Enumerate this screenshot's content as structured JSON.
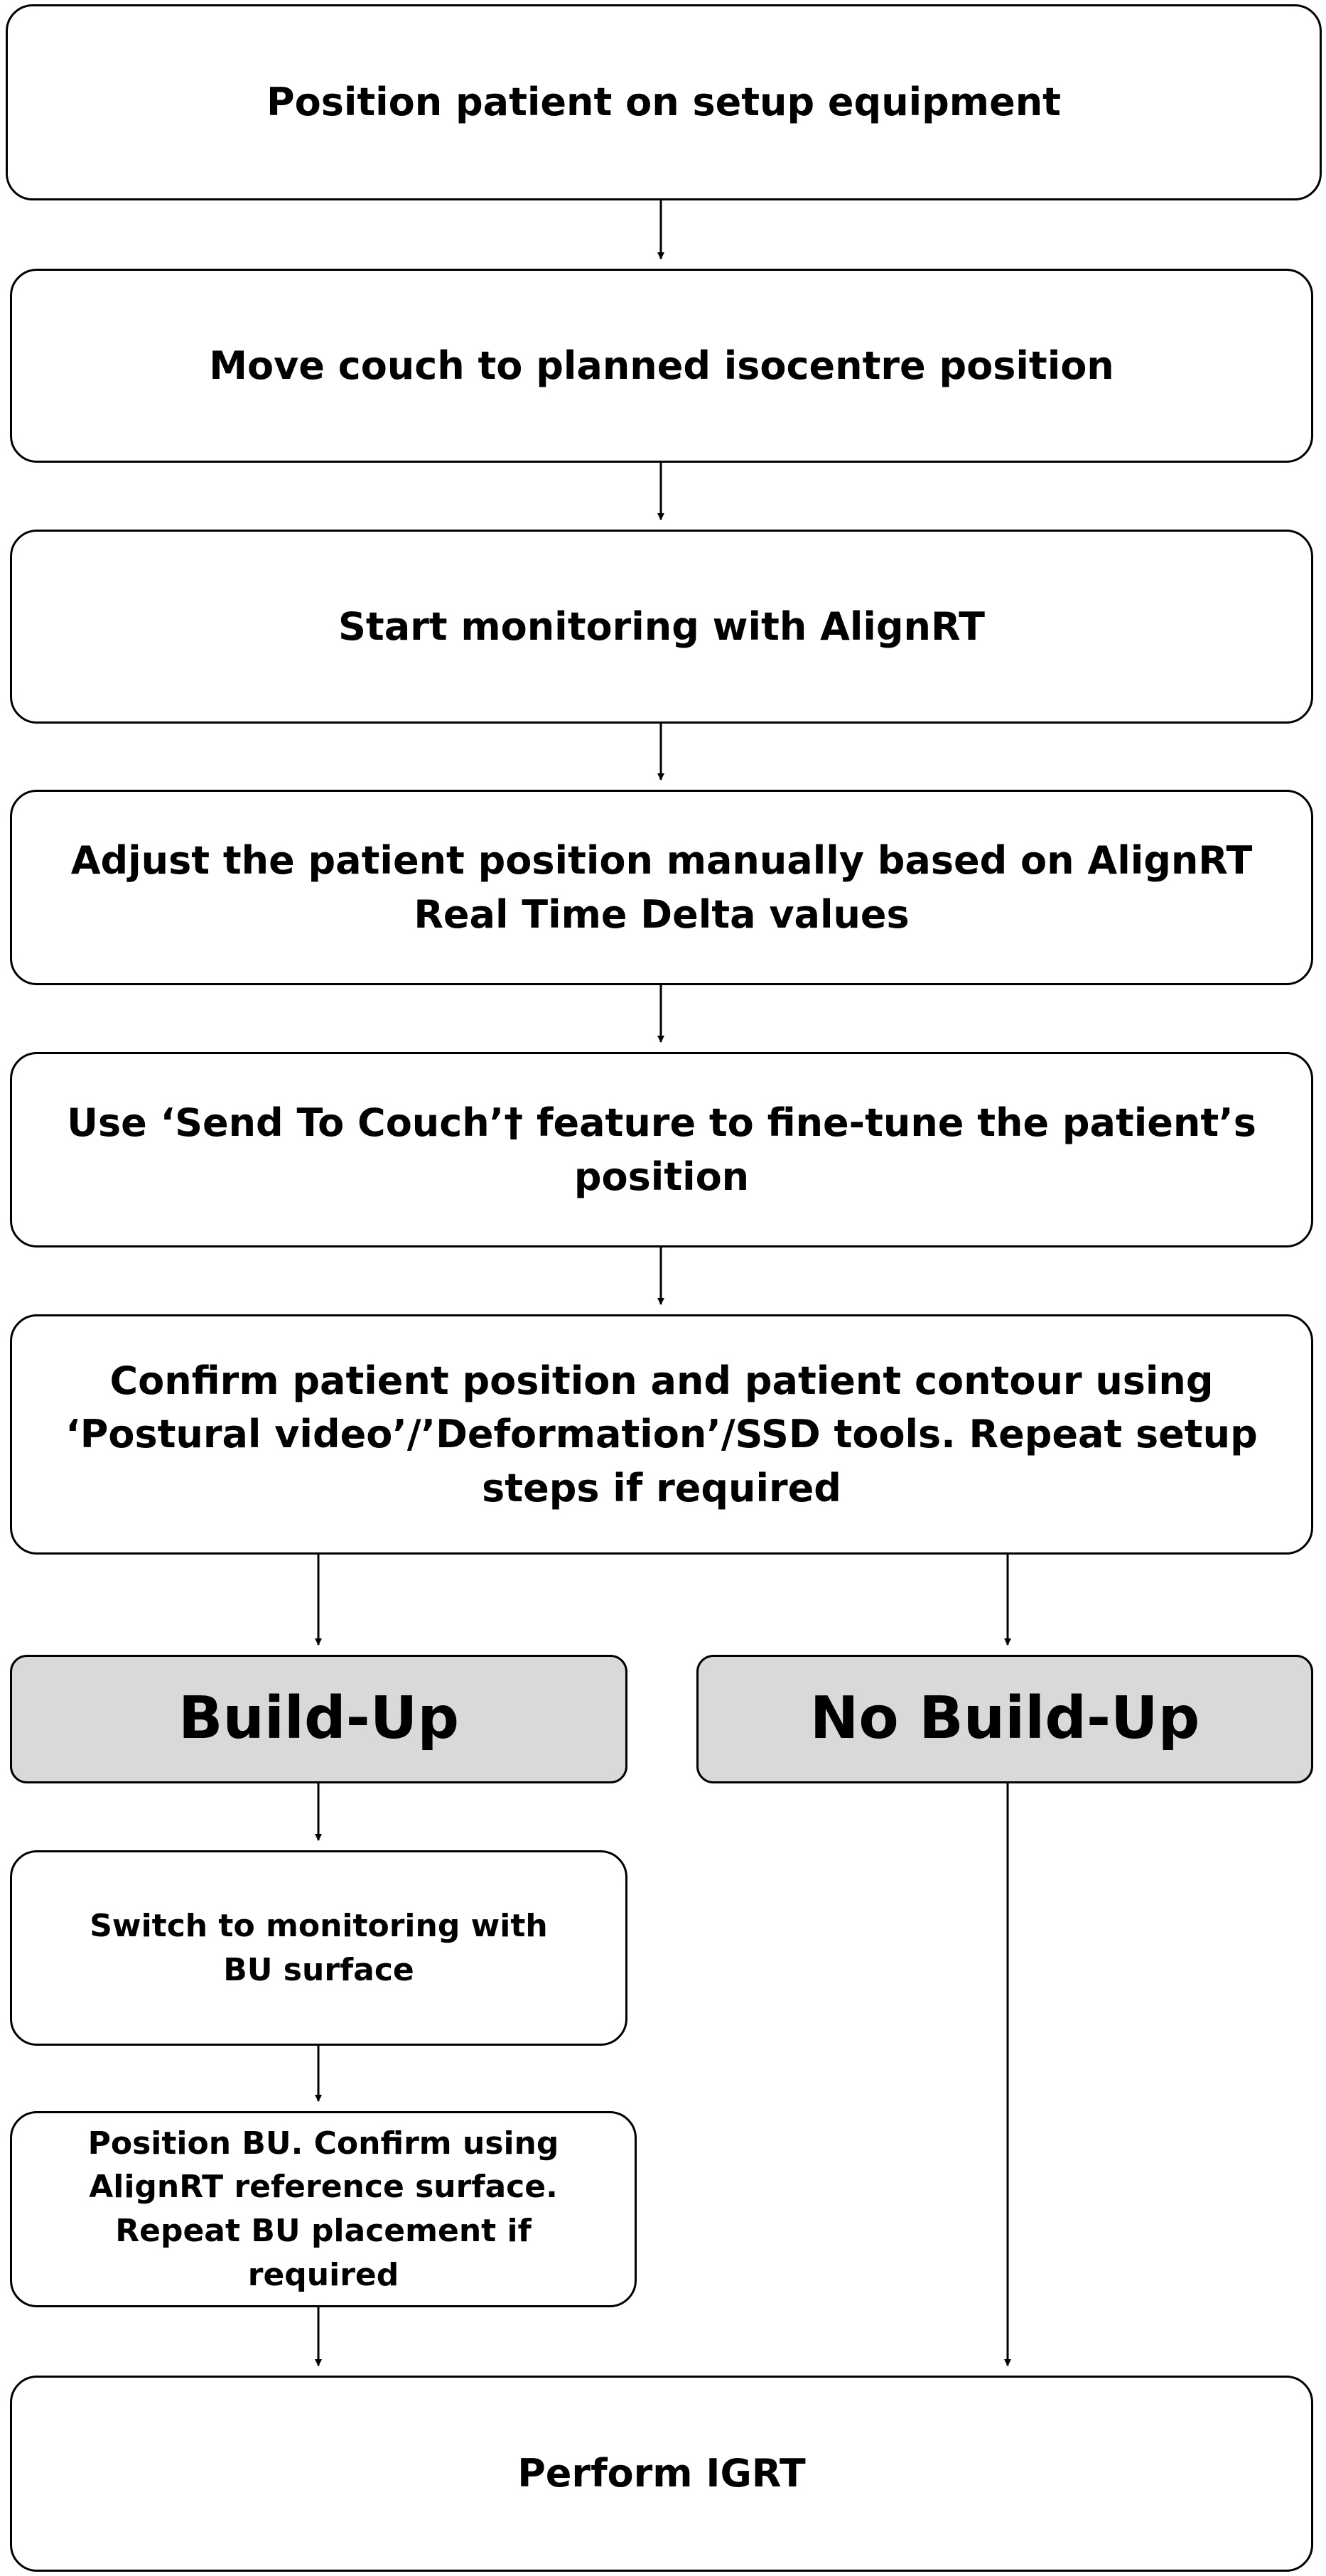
{
  "steps": {
    "position_patient": "Position patient on setup equipment",
    "move_couch": "Move couch to planned isocentre position",
    "start_monitoring": "Start monitoring with AlignRT",
    "adjust_position": "Adjust the patient position manually based on AlignRT Real Time Delta values",
    "send_to_couch": "Use ‘Send To Couch’† feature to fine-tune the patient’s position",
    "confirm_position": "Confirm patient position and patient contour using ‘Postural video’/’Deformation’/SSD tools. Repeat setup steps if required",
    "build_up": "Build-Up",
    "no_build_up": "No Build-Up",
    "switch_monitoring": "Switch to monitoring with BU surface",
    "position_bu": "Position BU. Confirm using AlignRT reference surface. Repeat BU placement if required",
    "perform_igrt": "Perform IGRT"
  },
  "colors": {
    "box_fill": "#ffffff",
    "branch_fill": "#d9d9d9",
    "stroke": "#000000"
  }
}
